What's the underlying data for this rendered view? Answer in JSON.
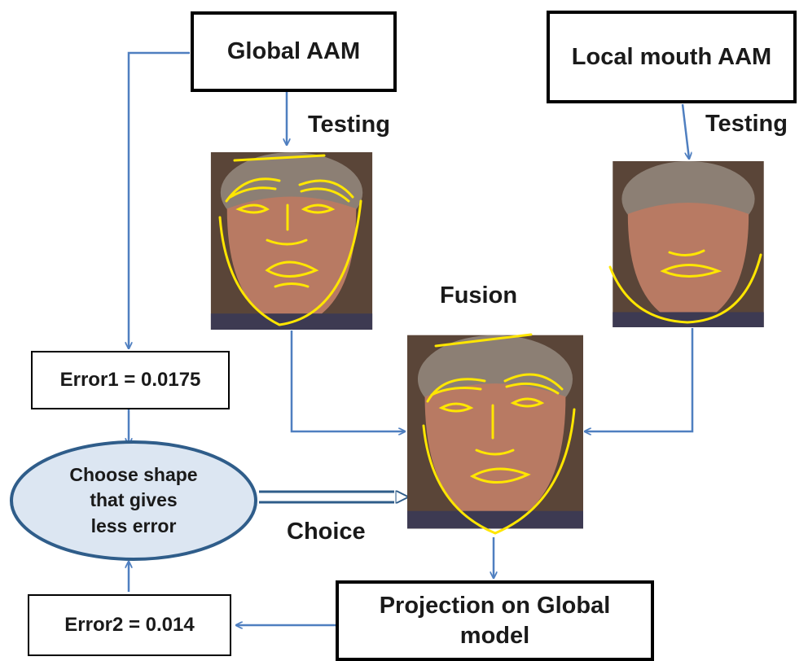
{
  "boxes": {
    "global_aam": "Global AAM",
    "local_mouth_aam": "Local mouth AAM",
    "error1": "Error1 = 0.0175",
    "error2": "Error2 = 0.014",
    "projection_line1": "Projection on Global",
    "projection_line2": "model",
    "choose_line1": "Choose shape",
    "choose_line2": "that gives",
    "choose_line3": "less error"
  },
  "labels": {
    "testing_left": "Testing",
    "testing_right": "Testing",
    "fusion": "Fusion",
    "choice": "Choice"
  },
  "colors": {
    "arrow": "#4f7fc0",
    "ellipse_fill": "#dce6f2",
    "ellipse_border": "#2f5d8a",
    "landmark": "#ffe600",
    "skin": "#b87a63",
    "hair": "#8c7f74",
    "background_photo": "#5a4538"
  }
}
